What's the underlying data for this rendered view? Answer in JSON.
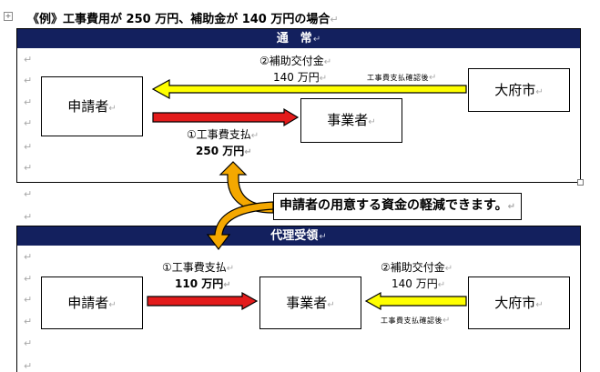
{
  "title": "《例》工事費用が 250 万円、補助金が 140 万円の場合",
  "para_mark": "↵",
  "move_handle": "+",
  "normal": {
    "header": "通　常",
    "applicant": "申請者",
    "contractor": "事業者",
    "city": "大府市",
    "subsidy_label": "②補助交付金",
    "subsidy_amount": "140 万円",
    "confirm_note": "工事費支払確認後",
    "payment_label": "①工事費支払",
    "payment_amount": "250 万円"
  },
  "callout": "申請者の用意する資金の軽減できます。",
  "proxy": {
    "header": "代理受領",
    "applicant": "申請者",
    "contractor": "事業者",
    "city": "大府市",
    "payment_label": "①工事費支払",
    "payment_amount": "110 万円",
    "subsidy_label": "②補助交付金",
    "subsidy_amount": "140 万円",
    "confirm_note": "工事費支払確認後"
  },
  "colors": {
    "header_bg": "#13205e",
    "arrow_red": "#e31b1b",
    "arrow_yellow": "#ffff00",
    "curve_orange": "#f4a800"
  }
}
